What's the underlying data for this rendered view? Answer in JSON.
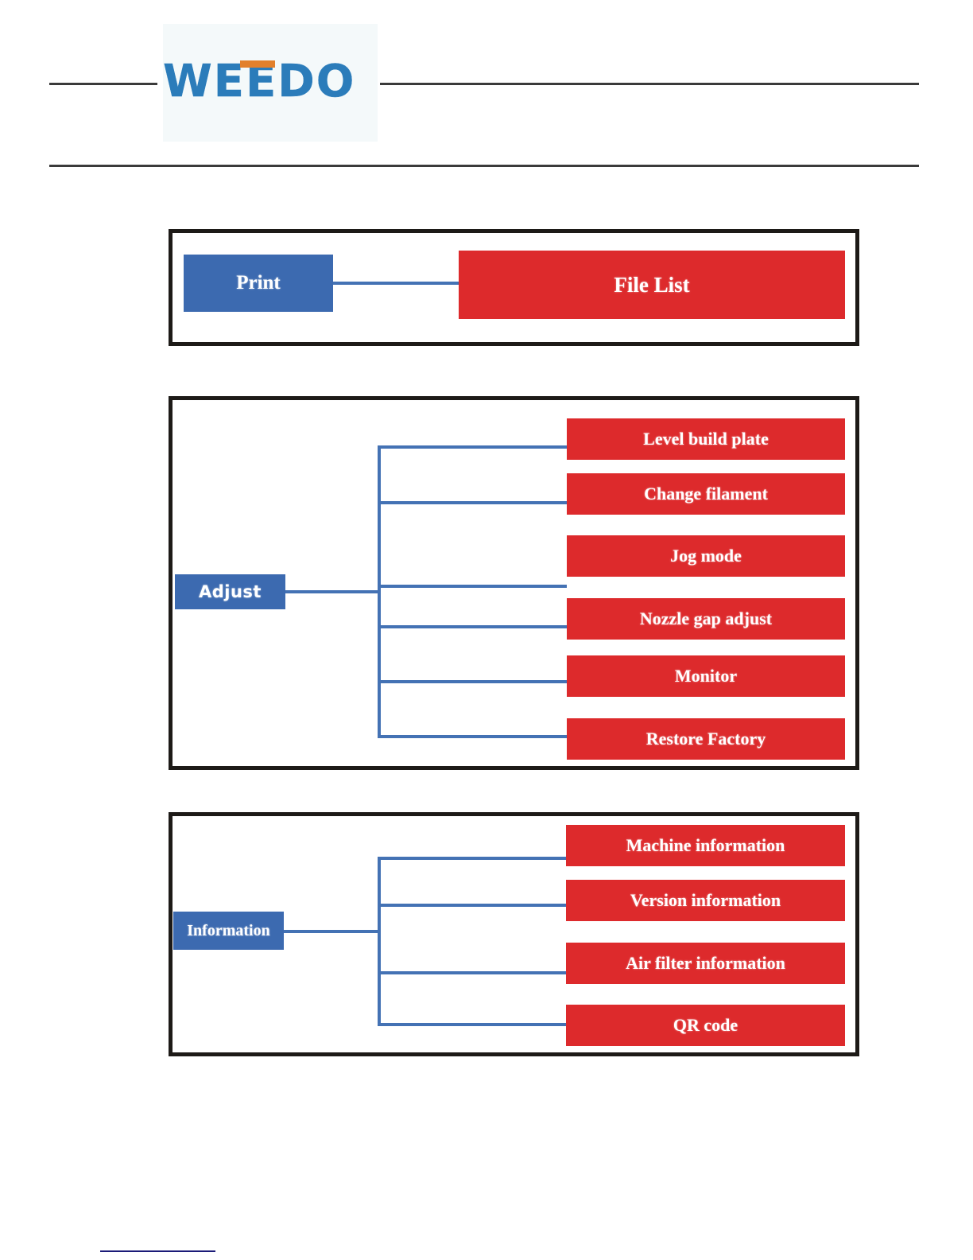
{
  "header": {
    "logo_text": "WEEDO",
    "logo_blue": "#2b7cba",
    "logo_accent": "#e2802c"
  },
  "colors": {
    "root_node": "#3c6ab0",
    "leaf_node": "#dd2a2c",
    "connector": "#4472b4",
    "frame_border": "#1d1a17",
    "footer_rule": "#1b1b78"
  },
  "diagrams": [
    {
      "name": "print-menu",
      "root": {
        "label": "Print"
      },
      "children": [
        {
          "label": "File List"
        }
      ]
    },
    {
      "name": "adjust-menu",
      "root": {
        "label": "Adjust"
      },
      "children": [
        {
          "label": "Level build plate"
        },
        {
          "label": "Change filament"
        },
        {
          "label": "Jog mode"
        },
        {
          "label": "Nozzle gap adjust"
        },
        {
          "label": "Monitor"
        },
        {
          "label": "Restore Factory"
        }
      ]
    },
    {
      "name": "information-menu",
      "root": {
        "label": "Information"
      },
      "children": [
        {
          "label": "Machine information"
        },
        {
          "label": "Version information"
        },
        {
          "label": "Air filter information"
        },
        {
          "label": "QR code"
        }
      ]
    }
  ]
}
